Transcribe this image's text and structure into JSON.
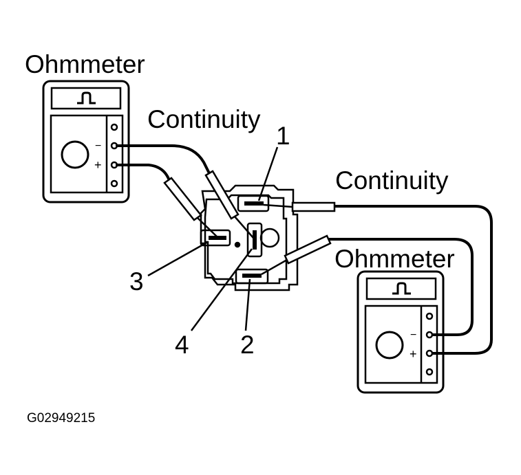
{
  "meters": {
    "left": {
      "title": "Ohmmeter",
      "terminal_minus": "−",
      "terminal_plus": "+"
    },
    "right": {
      "title": "Ohmmeter",
      "terminal_minus": "−",
      "terminal_plus": "+"
    }
  },
  "continuity_labels": {
    "left": "Continuity",
    "right": "Continuity"
  },
  "terminals": [
    "1",
    "2",
    "3",
    "4"
  ],
  "figure_code": "G02949215",
  "colors": {
    "ink": "#000000",
    "paper": "#ffffff"
  }
}
